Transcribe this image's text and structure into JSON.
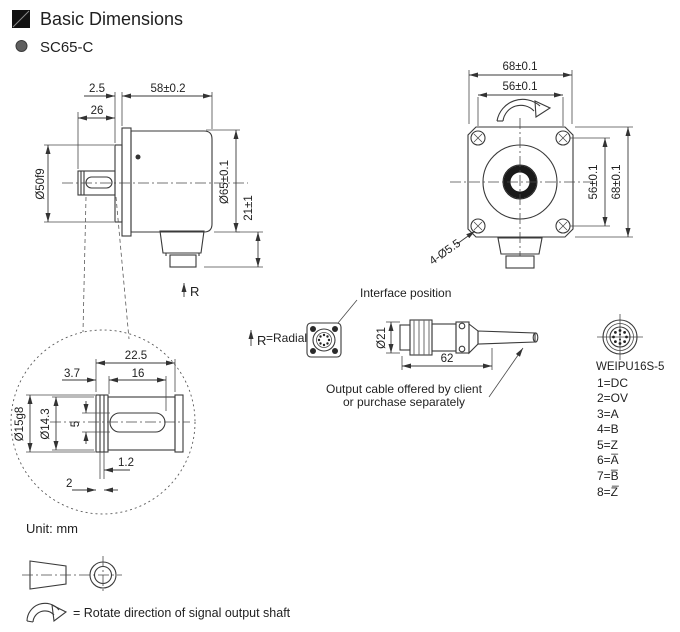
{
  "header": {
    "title": "Basic Dimensions",
    "model": "SC65-C"
  },
  "side_view": {
    "flange_offset": "2.5",
    "body_depth": "58±0.2",
    "shaft_length": "26",
    "boss_dia": "Ø50f9",
    "body_dia": "Ø65±0.1",
    "connector_height": "21±1",
    "radial_mark": "R"
  },
  "front_view": {
    "outer": "68±0.1",
    "pitch": "56±0.1",
    "mount_holes": "4-Ø5.5"
  },
  "interface": {
    "label": "Interface position",
    "radial_letter": "R",
    "radial_eq": "=Radial",
    "plug_dia": "Ø21",
    "plug_len": "62",
    "note1": "Output cable offered by client",
    "note2": "or purchase separately"
  },
  "connector": {
    "model": "WEIPU16S-5",
    "pins": [
      "1=DC",
      "2=OV",
      "3=A",
      "4=B",
      "5=Z",
      "6=A̅",
      "7=B̅",
      "8=Z̅"
    ]
  },
  "shaft_detail": {
    "total_len": "22.5",
    "collar_len": "3.7",
    "key_len": "16",
    "shaft_dia": "Ø15g8",
    "flat_dia": "Ø14.3",
    "key_width": "5",
    "groove_width": "1.2",
    "groove_offset": "2"
  },
  "footer": {
    "unit": "Unit: mm",
    "rotate_note": "= Rotate direction of signal output shaft"
  },
  "colors": {
    "line": "#3a3a3a",
    "fill_light": "#e9e9e9",
    "fill_mid": "#d8d8d8",
    "ring_dark": "#1a1a1a",
    "knurl": "#9a9a9a"
  }
}
